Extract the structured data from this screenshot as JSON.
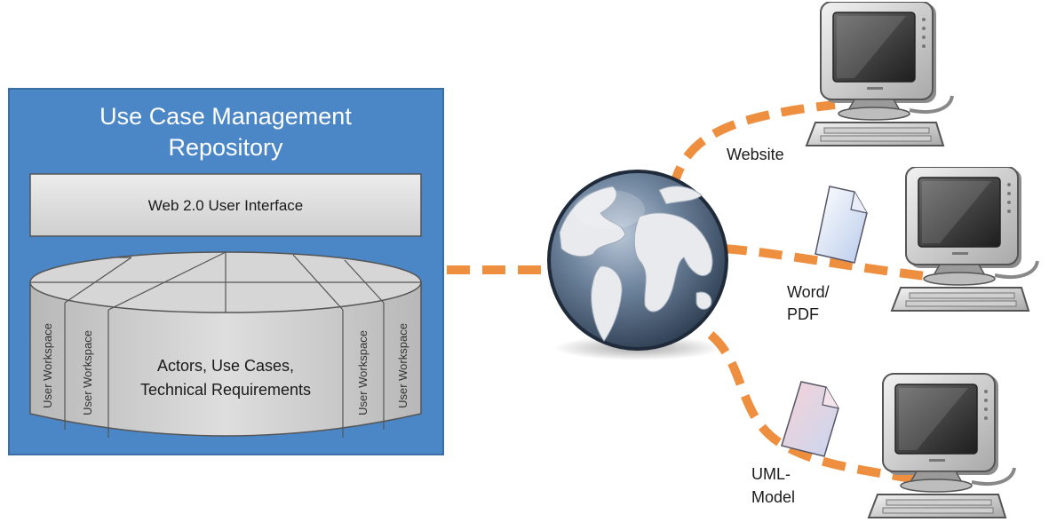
{
  "repository": {
    "title_line1": "Use Case Management",
    "title_line2": "Repository",
    "ui_layer": "Web 2.0 User Interface",
    "workspace_label": "User Workspace",
    "center_line1": "Actors, Use Cases,",
    "center_line2": "Technical Requirements"
  },
  "connections": [
    {
      "label_line1": "Website",
      "label_line2": ""
    },
    {
      "label_line1": "Word/",
      "label_line2": "PDF"
    },
    {
      "label_line1": "UML-",
      "label_line2": "Model"
    }
  ],
  "colors": {
    "repository_fill": "#4b86c6",
    "repository_border": "#3a6ea5",
    "connector": "#ee8e3f",
    "globe_ocean": "#5a6f86",
    "document_word": "#c6d6f0",
    "document_uml": "#f2c8cc"
  },
  "icons": [
    "globe-icon",
    "computer-icon",
    "document-icon"
  ]
}
